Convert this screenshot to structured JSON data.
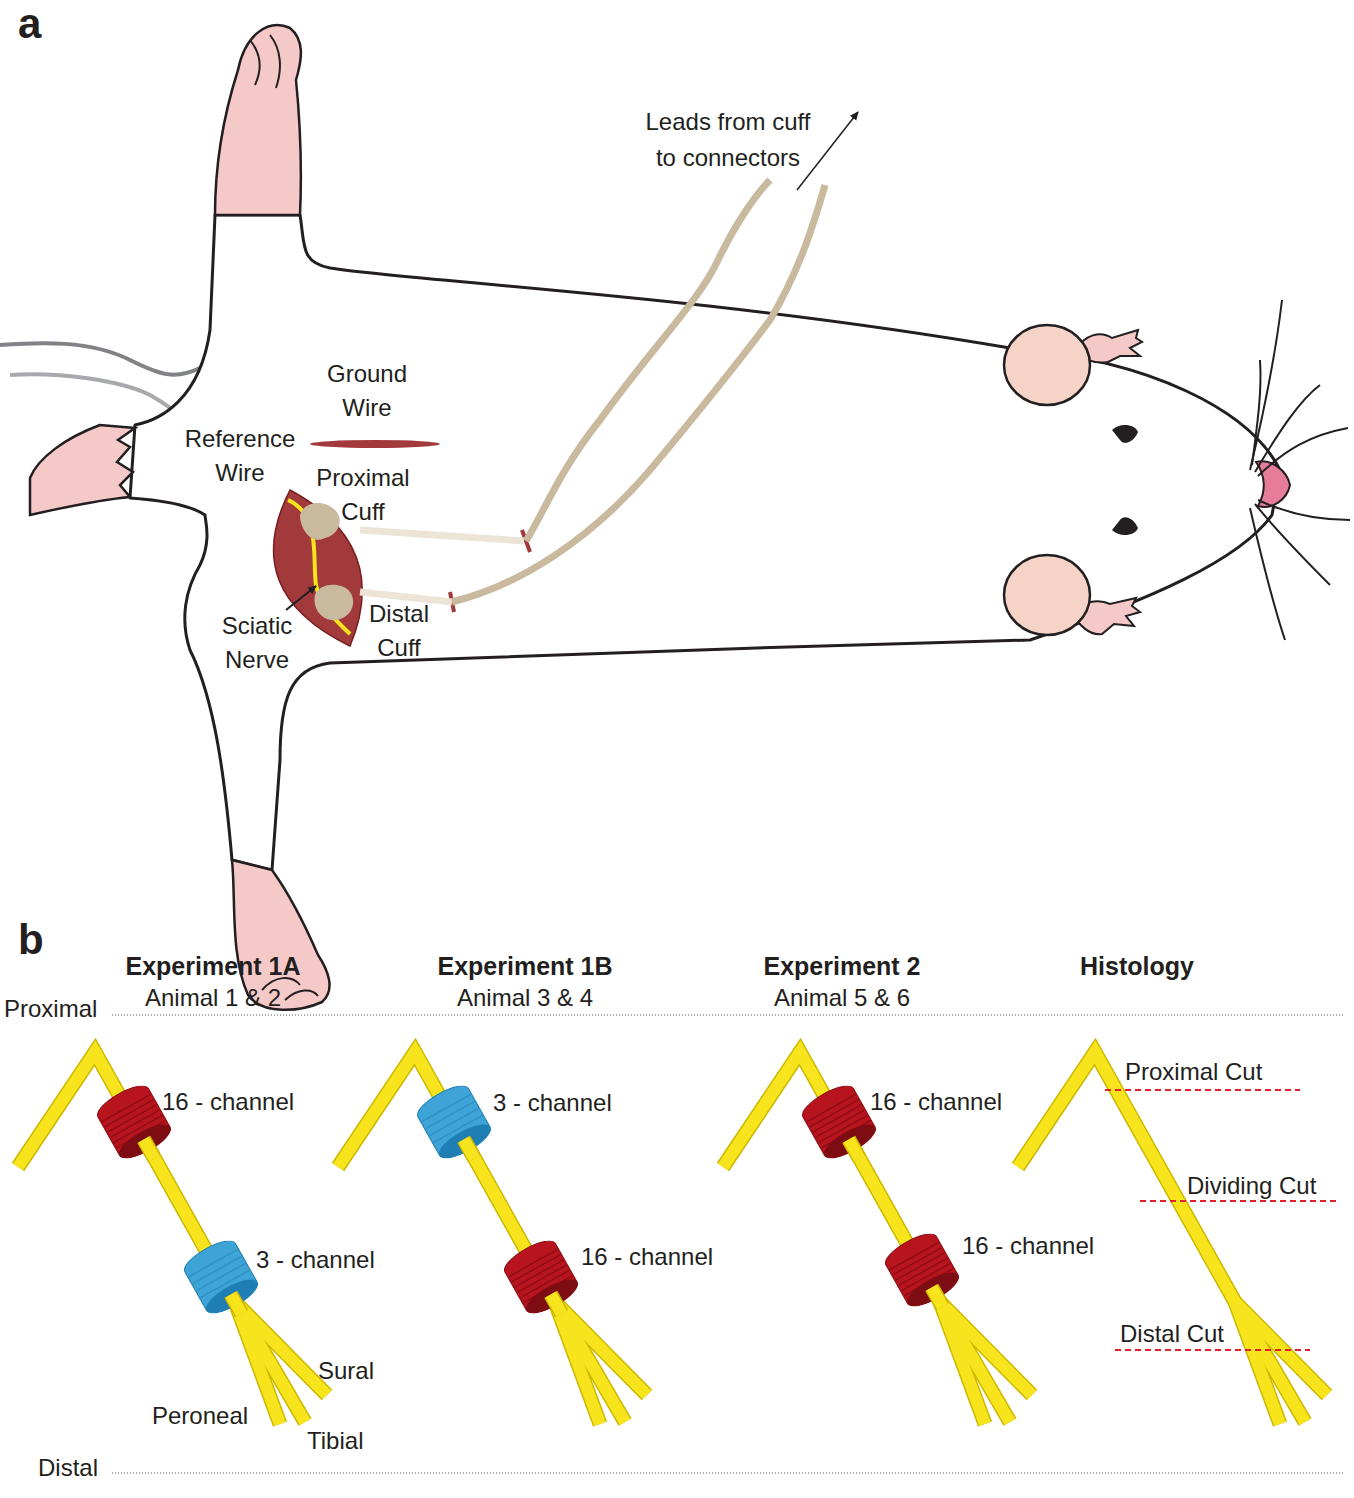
{
  "diagram": {
    "labels": [
      "a",
      "Leads from cuff to connectors",
      "Ground Wire",
      "Reference Wire",
      "Proximal Cuff",
      "Sciatic Nerve",
      "Distal Cuff",
      "b",
      "Experiment 1A",
      "Animal 1 & 2",
      "Experiment 1B",
      "Animal 3 & 4",
      "Experiment 2",
      "Animal 5 & 6",
      "Histology",
      "Proximal",
      "16 - channel",
      "3 - channel",
      "Sural",
      "Peroneal",
      "Tibial",
      "3 - channel",
      "16 - channel",
      "16 - channel",
      "16 - channel",
      "Proximal Cut",
      "Dividing Cut",
      "Distal Cut",
      "Distal"
    ]
  }
}
